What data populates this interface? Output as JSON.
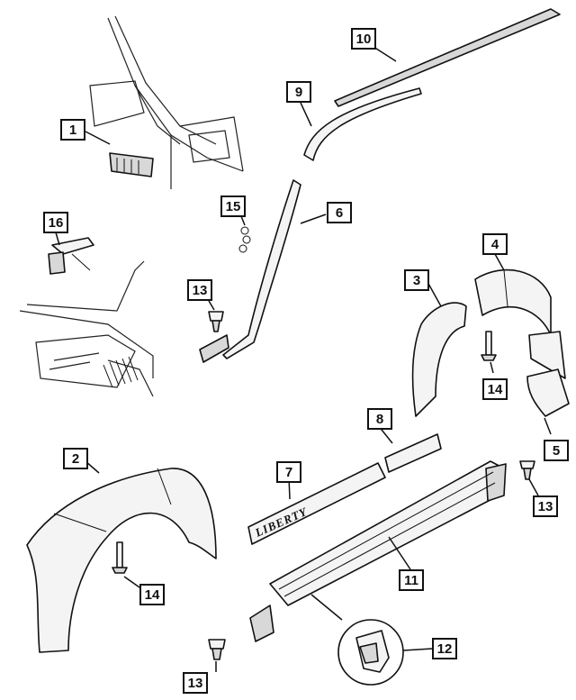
{
  "callouts": [
    {
      "id": "c1",
      "label": "1"
    },
    {
      "id": "c2",
      "label": "2"
    },
    {
      "id": "c3",
      "label": "3"
    },
    {
      "id": "c4",
      "label": "4"
    },
    {
      "id": "c5",
      "label": "5"
    },
    {
      "id": "c6",
      "label": "6"
    },
    {
      "id": "c7",
      "label": "7"
    },
    {
      "id": "c8",
      "label": "8"
    },
    {
      "id": "c9",
      "label": "9"
    },
    {
      "id": "c10",
      "label": "10"
    },
    {
      "id": "c11",
      "label": "11"
    },
    {
      "id": "c12",
      "label": "12"
    },
    {
      "id": "c13a",
      "label": "13"
    },
    {
      "id": "c13b",
      "label": "13"
    },
    {
      "id": "c13c",
      "label": "13"
    },
    {
      "id": "c14a",
      "label": "14"
    },
    {
      "id": "c14b",
      "label": "14"
    },
    {
      "id": "c15",
      "label": "15"
    },
    {
      "id": "c16",
      "label": "16"
    }
  ],
  "emblem": {
    "text": "LIBERTY"
  }
}
